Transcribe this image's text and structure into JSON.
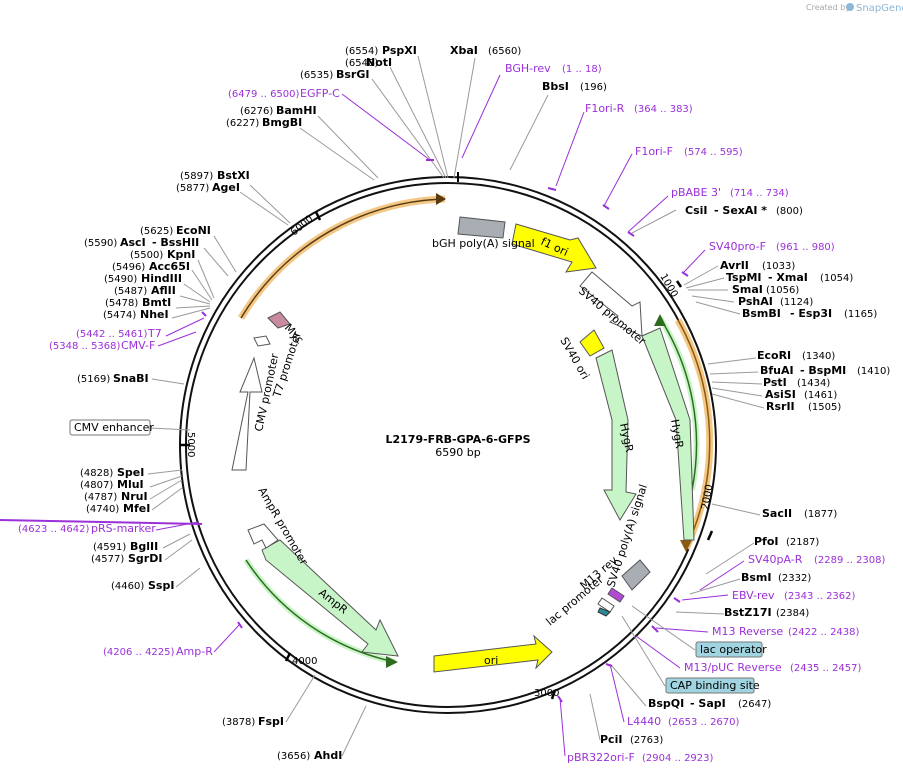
{
  "credit": {
    "prefix": "Created by",
    "brand": "SnapGene"
  },
  "plasmid": {
    "name": "L2179-FRB-GPA-6-GFPS",
    "size": "6590 bp"
  },
  "ticks": [
    "1000",
    "2000",
    "3000",
    "4000",
    "5000",
    "6000"
  ],
  "enzymes": [
    {
      "name": "PspXI",
      "pos": "(6554)"
    },
    {
      "name": "NotI",
      "pos": "(6548)"
    },
    {
      "name": "BsrGI",
      "pos": "(6535)"
    },
    {
      "name": "XbaI",
      "pos": "(6560)"
    },
    {
      "name": "BbsI",
      "pos": "(196)"
    },
    {
      "name": "BamHI",
      "pos": "(6276)"
    },
    {
      "name": "BmgBI",
      "pos": "(6227)"
    },
    {
      "name": "BstXI",
      "pos": "(5897)"
    },
    {
      "name": "AgeI",
      "pos": "(5877)"
    },
    {
      "name": "EcoNI",
      "pos": "(5625)"
    },
    {
      "name": "AscI",
      "suffix": "- BssHII",
      "pos": "(5590)"
    },
    {
      "name": "KpnI",
      "pos": "(5500)"
    },
    {
      "name": "Acc65I",
      "pos": "(5496)"
    },
    {
      "name": "HindIII",
      "pos": "(5490)"
    },
    {
      "name": "AflII",
      "pos": "(5487)"
    },
    {
      "name": "BmtI",
      "pos": "(5478)"
    },
    {
      "name": "NheI",
      "pos": "(5474)"
    },
    {
      "name": "SnaBI",
      "pos": "(5169)"
    },
    {
      "name": "SpeI",
      "pos": "(4828)"
    },
    {
      "name": "MluI",
      "pos": "(4807)"
    },
    {
      "name": "NruI",
      "pos": "(4787)"
    },
    {
      "name": "MfeI",
      "pos": "(4740)"
    },
    {
      "name": "BglII",
      "pos": "(4591)"
    },
    {
      "name": "SgrDI",
      "pos": "(4577)"
    },
    {
      "name": "SspI",
      "pos": "(4460)"
    },
    {
      "name": "FspI",
      "pos": "(3878)"
    },
    {
      "name": "AhdI",
      "pos": "(3656)"
    },
    {
      "name": "CsiI",
      "suffix": "- SexAI *",
      "pos": "(800)"
    },
    {
      "name": "AvrII",
      "pos": "(1033)"
    },
    {
      "name": "TspMI",
      "suffix": "- XmaI",
      "pos": "(1054)"
    },
    {
      "name": "SmaI",
      "pos": "(1056)"
    },
    {
      "name": "PshAI",
      "pos": "(1124)"
    },
    {
      "name": "BsmBI",
      "suffix": "- Esp3I",
      "pos": "(1165)"
    },
    {
      "name": "EcoRI",
      "pos": "(1340)"
    },
    {
      "name": "BfuAI",
      "suffix": "- BspMI",
      "pos": "(1410)"
    },
    {
      "name": "PstI",
      "pos": "(1434)"
    },
    {
      "name": "AsiSI",
      "pos": "(1461)"
    },
    {
      "name": "RsrII",
      "pos": "(1505)"
    },
    {
      "name": "SacII",
      "pos": "(1877)"
    },
    {
      "name": "PfoI",
      "pos": "(2187)"
    },
    {
      "name": "BsmI",
      "pos": "(2332)"
    },
    {
      "name": "BstZ17I",
      "pos": "(2384)"
    },
    {
      "name": "BspQI",
      "suffix": "- SapI",
      "pos": "(2647)"
    },
    {
      "name": "PciI",
      "pos": "(2763)"
    }
  ],
  "primers": [
    {
      "name": "BGH-rev",
      "pos": "(1 .. 18)"
    },
    {
      "name": "F1ori-R",
      "pos": "(364 .. 383)"
    },
    {
      "name": "F1ori-F",
      "pos": "(574 .. 595)"
    },
    {
      "name": "pBABE 3'",
      "pos": "(714 .. 734)"
    },
    {
      "name": "SV40pro-F",
      "pos": "(961 .. 980)"
    },
    {
      "name": "EGFP-C",
      "pos": "(6479 .. 6500)"
    },
    {
      "name": "T7",
      "pos": "(5442 .. 5461)"
    },
    {
      "name": "CMV-F",
      "pos": "(5348 .. 5368)"
    },
    {
      "name": "pRS-marker",
      "pos": "(4623 .. 4642)"
    },
    {
      "name": "Amp-R",
      "pos": "(4206 .. 4225)"
    },
    {
      "name": "SV40pA-R",
      "pos": "(2289 .. 2308)"
    },
    {
      "name": "EBV-rev",
      "pos": "(2343 .. 2362)"
    },
    {
      "name": "M13 Reverse",
      "pos": "(2422 .. 2438)"
    },
    {
      "name": "M13/pUC Reverse",
      "pos": "(2435 .. 2457)"
    },
    {
      "name": "L4440",
      "pos": "(2653 .. 2670)"
    },
    {
      "name": "pBR322ori-F",
      "pos": "(2904 .. 2923)"
    }
  ],
  "boxed_features": [
    "CMV enhancer",
    "lac operator",
    "CAP binding site"
  ],
  "features": {
    "bgh": "bGH poly(A) signal",
    "f1": "f1 ori",
    "sv40prom": "SV40 promoter",
    "sv40ori": "SV40 ori",
    "hygr_inner": "HygR",
    "hygr_outer": "HygR",
    "sv40pa": "SV40 poly(A) signal",
    "m13rev": "M13 rev",
    "lacprom": "lac promoter",
    "ori": "ori",
    "ampr": "AmpR",
    "amprprom": "AmpR promoter",
    "cmvprom": "CMV promoter",
    "t7prom": "T7 promoter",
    "myc": "Myc"
  },
  "colors": {
    "primer": "#9b30d9",
    "feature_yellow": "#ffff00",
    "feature_green": "#c8f5c8",
    "feature_grey": "#a8aeb4",
    "arc_orange": "#e8a040",
    "arc_green": "#2e8b1e",
    "box_teal": "#9fd4e0"
  }
}
